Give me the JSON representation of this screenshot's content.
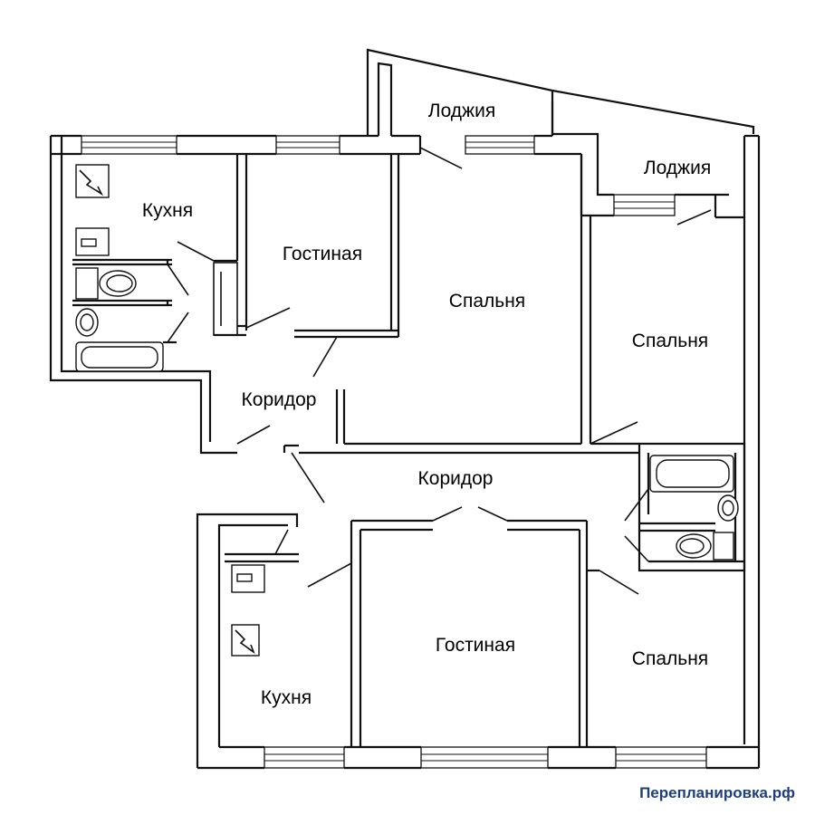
{
  "rooms": {
    "kitchen_top": "Кухня",
    "living_top": "Гостиная",
    "loggia_left": "Лоджия",
    "loggia_right": "Лоджия",
    "bedroom_center": "Спальня",
    "bedroom_right_top": "Спальня",
    "corridor_left": "Коридор",
    "corridor_center": "Коридор",
    "living_bottom": "Гостиная",
    "kitchen_bottom": "Кухня",
    "bedroom_right_bottom": "Спальня"
  },
  "watermark": "Перепланировка.рф"
}
